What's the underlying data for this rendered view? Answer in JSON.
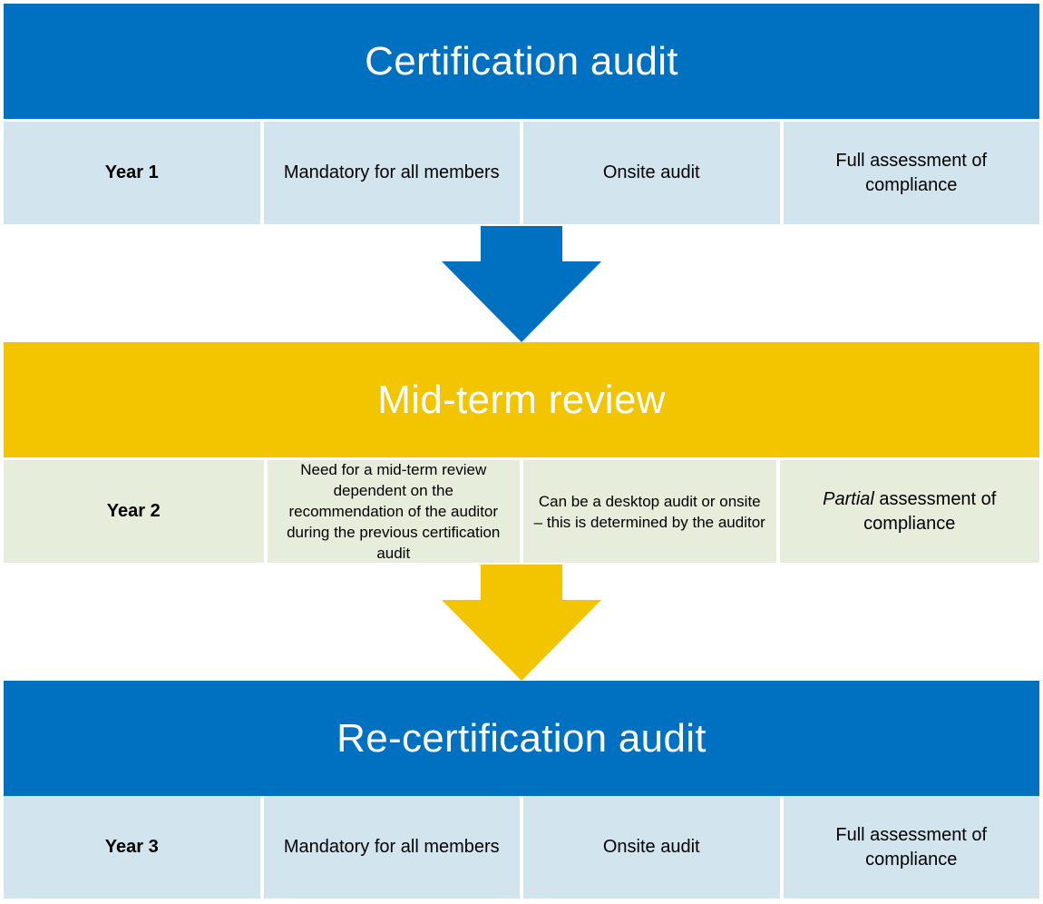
{
  "stages": [
    {
      "title": "Certification audit",
      "cells": [
        "Year 1",
        "Mandatory for all members",
        "Onsite audit",
        "Full assessment of compliance"
      ]
    },
    {
      "title": "Mid-term review",
      "cells": [
        "Year 2",
        "Need for a mid-term review dependent on the recommendation of the auditor during the previous certification audit",
        "Can be a desktop audit or onsite – this is determined by the auditor",
        "assessment of compliance"
      ],
      "partial_word": "Partial"
    },
    {
      "title": "Re-certification audit",
      "cells": [
        "Year 3",
        "Mandatory for all members",
        "Onsite audit",
        "Full assessment of compliance"
      ]
    }
  ],
  "colors": {
    "blue": "#0070c0",
    "yellow": "#f2c500",
    "light_blue": "#d2e5ee",
    "light_green": "#e6eedb"
  },
  "icons": [
    "arrow-down-icon",
    "arrow-down-icon"
  ]
}
